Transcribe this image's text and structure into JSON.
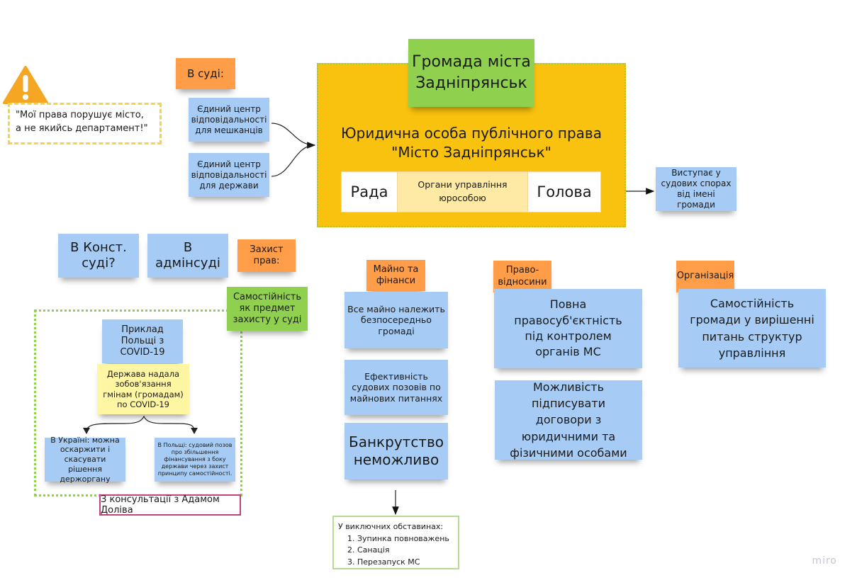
{
  "warning": {
    "icon": "warning-triangle-icon",
    "quote_line1": "\"Мої права порушує місто,",
    "quote_line2": "а не якийсь департамент!\""
  },
  "court": {
    "label": "В суді:",
    "center_residents": "Єдиний центр відповідальності для мешканців",
    "center_state": "Єдиний центр відповідальності для держави"
  },
  "main": {
    "community_title": "Громада міста Задніпрянськ",
    "entity_line1": "Юридична особа публічного права",
    "entity_line2": "\"Місто Задніпрянськ\"",
    "council": "Рада",
    "governing_bodies": "Органи управління юрособою",
    "head": "Голова",
    "represents": "Виступає у судових спорах від імені громади"
  },
  "protection": {
    "const_court": "В Конст. суді?",
    "admin_court": "В адмінсуді",
    "label": "Захист прав:",
    "autonomy": "Самостійність як предмет захисту у суді",
    "poland_example": "Приклад Польщі з COVID-19",
    "state_obligation": "Держава надала зобов'язання гмінам (громадам) по COVID-19",
    "ukraine": "В Україні: можна оскаржити і скасувати рішення держоргану",
    "poland": "В Польщі: судовий позов про збільшення фінансування з боку держави через захист принципу самостійності.",
    "consultation": "З консультації з Адамом Доліва"
  },
  "property": {
    "label": "Майно та фінанси",
    "all_property": "Все майно належить безпосередньо громаді",
    "lawsuits": "Ефективність судових позовів по майнових питаннях",
    "bankruptcy": "Банкрутство неможливо",
    "exceptional_title": "У виключних обставинах:",
    "exceptional_items": [
      "1. Зупинка повноважень",
      "2. Санація",
      "3. Перезапуск МС"
    ]
  },
  "relations": {
    "label": "Право-відносини",
    "full_capacity": "Повна правосуб'єктність під контролем органів МС",
    "contracts": "Можливість підписувати договори з юридичними та фізичними особами"
  },
  "organization": {
    "label": "Організація",
    "autonomy": "Самостійність громади у вирішенні питань структур управління"
  },
  "branding": {
    "logo": "miro"
  },
  "colors": {
    "sticky_blue": "#a6ccf5",
    "sticky_orange": "#ff9d48",
    "sticky_green": "#8fd14f",
    "sticky_yellow": "#fff6a3",
    "frame_yellow": "#f9c20f",
    "warning_orange": "#f5a623",
    "consult_border": "#c2447e"
  }
}
